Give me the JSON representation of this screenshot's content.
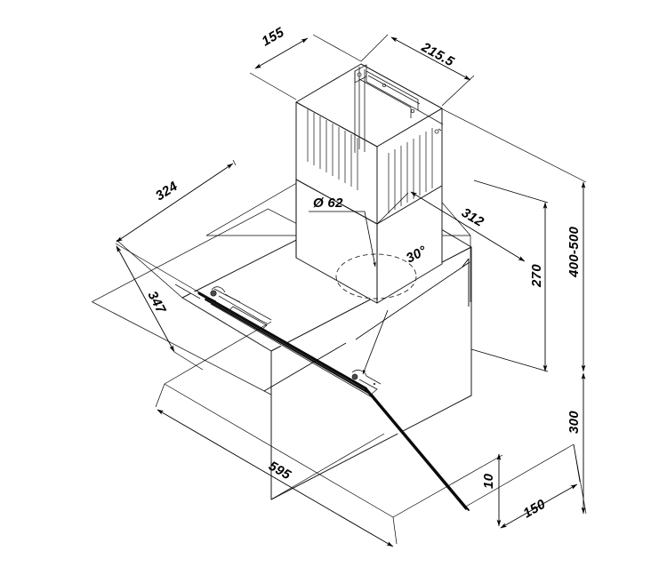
{
  "drawing": {
    "title": "Inclined glass cooker hood — isometric dimensioned drawing",
    "background_color": "#ffffff",
    "line_color": "#1a1a1a",
    "accent_color": "#0a0a0a",
    "units": "mm"
  },
  "dimensions": {
    "chimney_depth": "155",
    "chimney_width": "215.5",
    "top_depth": "324",
    "panel_slant": "347",
    "outlet_diameter": "Ø 62",
    "body_width_top": "312",
    "glass_angle": "30°",
    "chimney_height": "270",
    "mount_height_range": "400-500",
    "body_height": "300",
    "front_width": "595",
    "front_lip": "10",
    "back_depth": "150"
  },
  "labels": [
    {
      "id": "chimney-depth",
      "text": "155"
    },
    {
      "id": "chimney-width",
      "text": "215.5"
    },
    {
      "id": "top-depth",
      "text": "324"
    },
    {
      "id": "panel-slant",
      "text": "347"
    },
    {
      "id": "outlet-diameter",
      "text": "Ø 62"
    },
    {
      "id": "body-width-top",
      "text": "312"
    },
    {
      "id": "glass-angle",
      "text": "30°"
    },
    {
      "id": "chimney-height",
      "text": "270"
    },
    {
      "id": "mount-height-range",
      "text": "400-500"
    },
    {
      "id": "body-height",
      "text": "300"
    },
    {
      "id": "front-width",
      "text": "595"
    },
    {
      "id": "front-lip",
      "text": "10"
    },
    {
      "id": "back-depth",
      "text": "150"
    }
  ]
}
